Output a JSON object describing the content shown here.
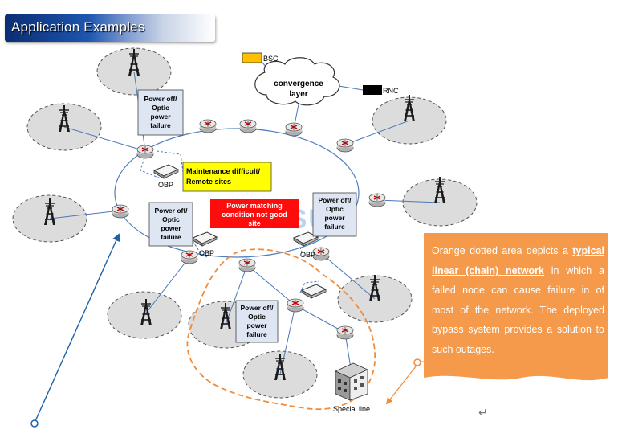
{
  "header": {
    "title": "Application Examples"
  },
  "nodes": {
    "bsc": "BSC",
    "rnc": "RNC",
    "convergence": [
      "convergence",
      "layer"
    ],
    "special_line": "Special line"
  },
  "labels": {
    "failure_top": [
      "Power off/",
      "Optic",
      "power",
      "failure"
    ],
    "failure_left": [
      "Power off/",
      "Optic",
      "power",
      "failure"
    ],
    "failure_right": [
      "Power off/",
      "Optic",
      "power",
      "failure"
    ],
    "failure_bottom": [
      "Power off/",
      "Optic",
      "power",
      "failure"
    ],
    "maintenance": [
      "Maintenance difficult/",
      "Remote sites"
    ],
    "power_matching": [
      "Power matching",
      "condition not good",
      "site"
    ],
    "obp": "OBP",
    "watermark": "GLSUN"
  },
  "note": {
    "prefix": "Orange dotted area depicts a ",
    "highlight": "typical linear (chain) network",
    "suffix": " in which a failed node can cause failure in of most of the network. The deployed bypass system provides a solution to such outages.",
    "end_mark": "↵"
  },
  "colors": {
    "ring": "#4f7fc0",
    "link": "#4a78b8",
    "cell": "#dcdcdc",
    "chain": "#f08c3a",
    "note_bg": "#f59a4a",
    "failure_box": "#dde6f2",
    "maintenance_box": "#ffff00",
    "power_box": "#ff0000",
    "bsc": "#ffc000",
    "rnc": "#000000",
    "arrow": "#1f62a8"
  }
}
